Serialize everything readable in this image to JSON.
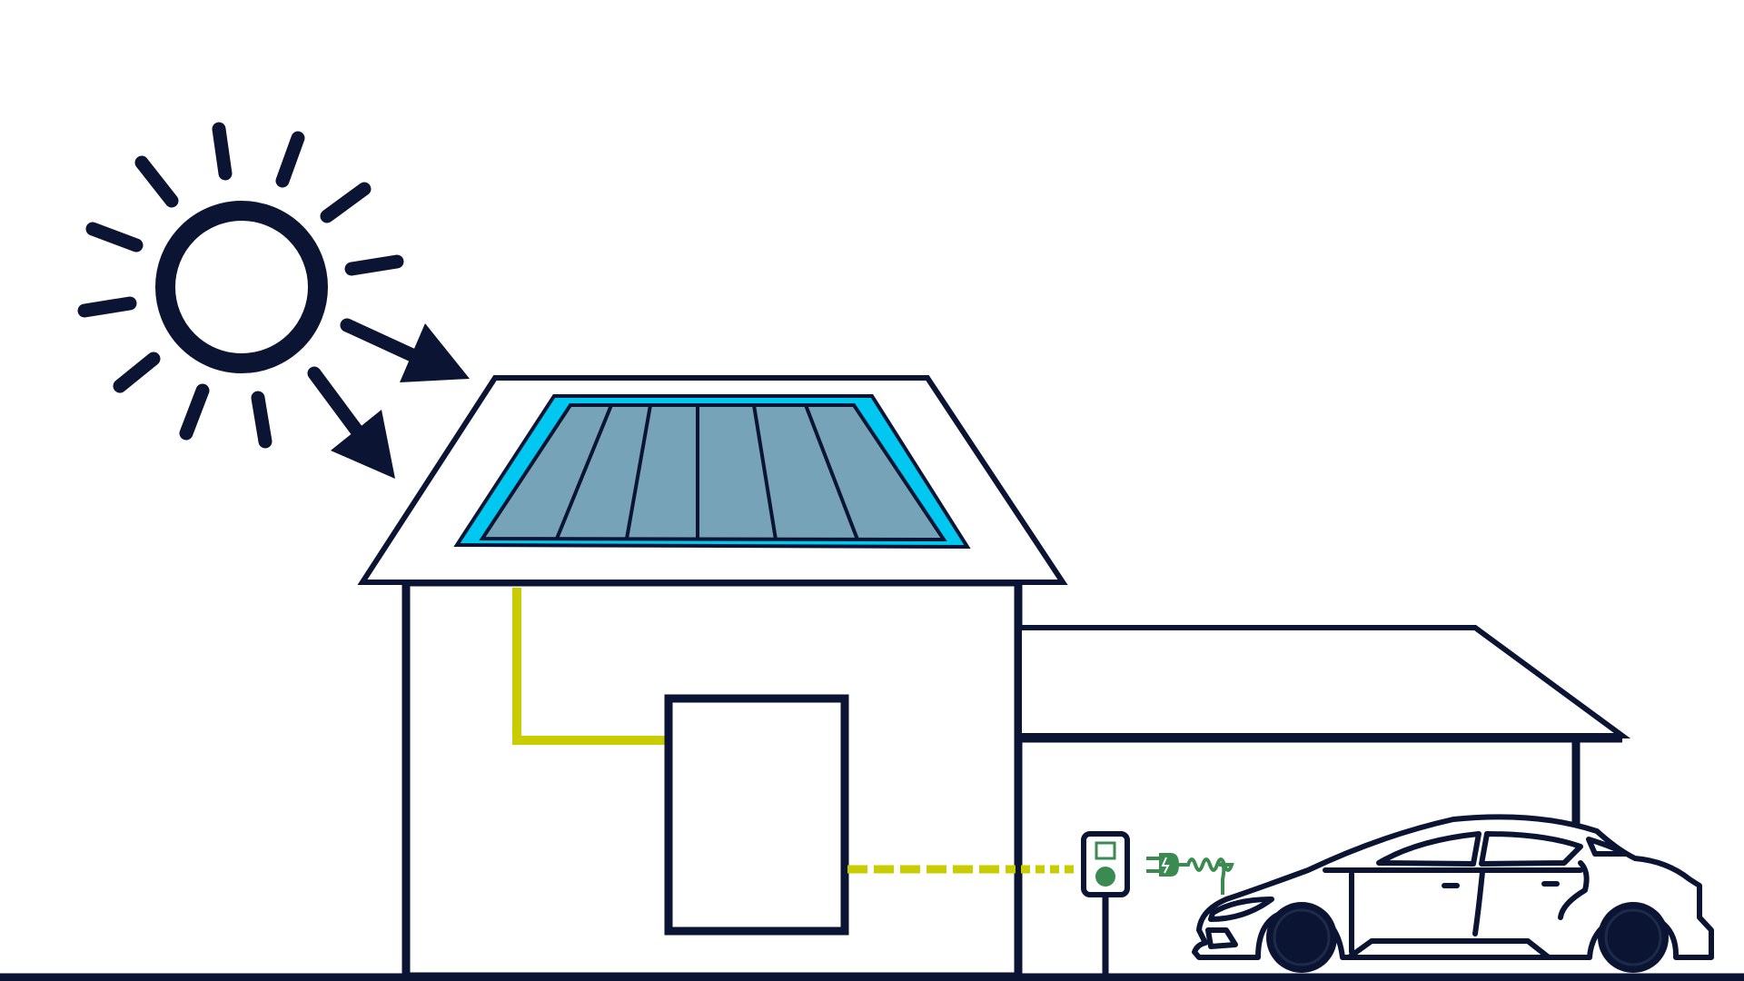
{
  "diagram": {
    "title": "",
    "elements": [
      "sun",
      "sun-rays",
      "sunlight-arrows",
      "house",
      "roof",
      "solar-panel",
      "inverter-battery-box",
      "solar-to-inverter-wire",
      "garage-carport",
      "ev-charger",
      "charging-cable-plug",
      "electric-car",
      "ground-line"
    ]
  },
  "colors": {
    "outline": "#0b1533",
    "panel_frame": "#00c8f0",
    "panel_fill": "#76a3b7",
    "solar_wire": "#c8cc00",
    "charger_green": "#3a8a52",
    "background": "#ffffff"
  },
  "icons": {
    "sun": "sun-icon",
    "charger": "ev-charger-icon",
    "plug": "plug-icon",
    "car": "car-icon"
  }
}
